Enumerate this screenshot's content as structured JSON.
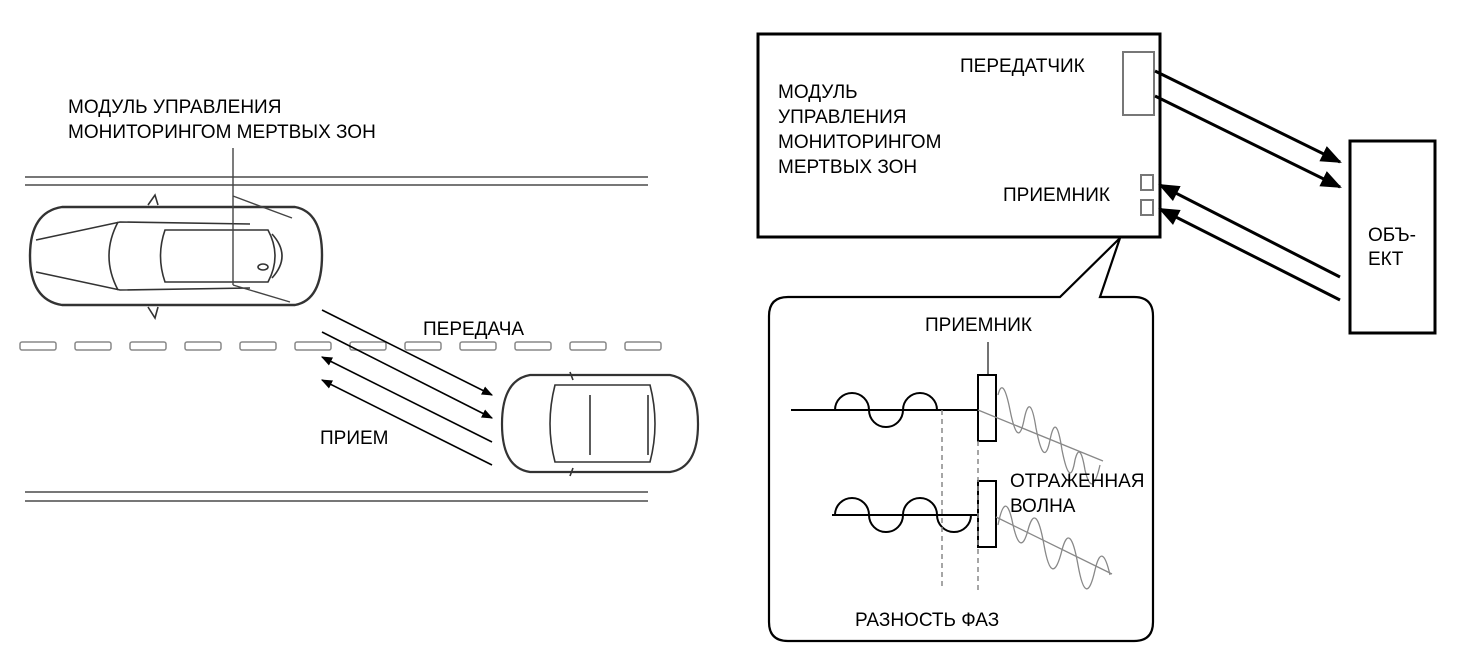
{
  "left_panel": {
    "module_label": [
      "МОДУЛЬ УПРАВЛЕНИЯ",
      "МОНИТОРИНГОМ МЕРТВЫХ ЗОН"
    ],
    "transmit_label": "ПЕРЕДАЧА",
    "receive_label": "ПРИЕМ"
  },
  "right_panel": {
    "module_label": [
      "МОДУЛЬ",
      "УПРАВЛЕНИЯ",
      "МОНИТОРИНГОМ",
      "МЕРТВЫХ ЗОН"
    ],
    "transmitter_label": "ПЕРЕДАТЧИК",
    "receiver_label": "ПРИЕМНИК",
    "object_label": [
      "ОБЪ-",
      "ЕКТ"
    ]
  },
  "inset": {
    "receiver_label": "ПРИЕМНИК",
    "reflected_wave_label": [
      "ОТРАЖЕННАЯ",
      "ВОЛНА"
    ],
    "phase_difference_label": "РАЗНОСТЬ ФАЗ"
  },
  "colors": {
    "line": "#000000",
    "road": "#777777",
    "car": "#333333"
  }
}
